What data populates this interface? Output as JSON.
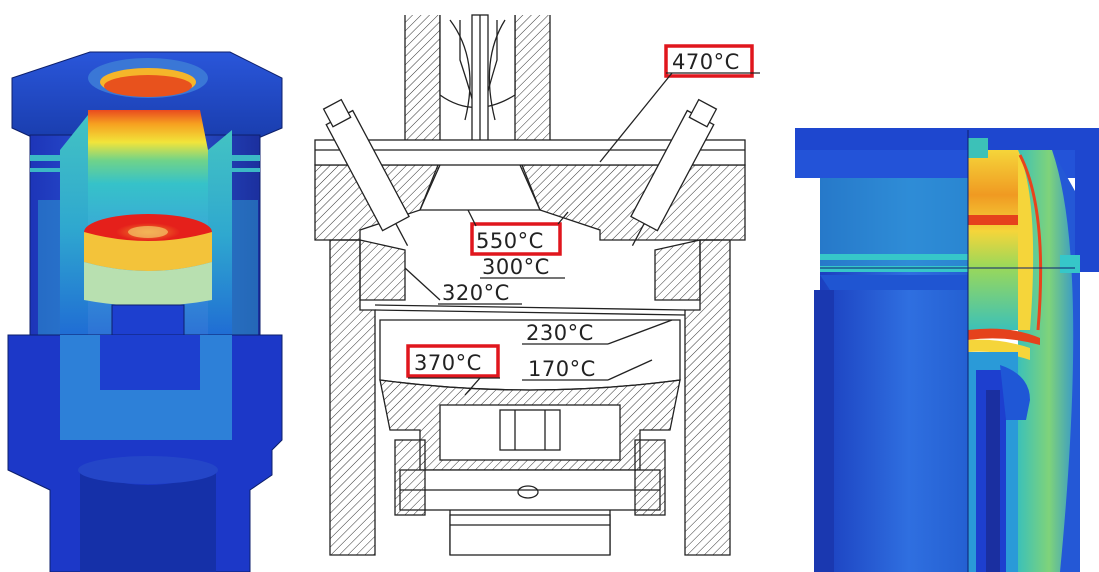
{
  "colors": {
    "highlight": "#e0161d",
    "hot": "#e5201b",
    "warm": "#f7a21e",
    "mid": "#f4e33b",
    "cool": "#33c1c8",
    "cold": "#1d3fcf",
    "line": "#222222"
  },
  "temperatures": [
    {
      "id": "t470",
      "label": "470°C",
      "highlighted": true
    },
    {
      "id": "t550",
      "label": "550°C",
      "highlighted": true
    },
    {
      "id": "t300",
      "label": "300°C",
      "highlighted": false
    },
    {
      "id": "t320",
      "label": "320°C",
      "highlighted": false
    },
    {
      "id": "t230",
      "label": "230°C",
      "highlighted": false
    },
    {
      "id": "t370",
      "label": "370°C",
      "highlighted": true
    },
    {
      "id": "t170",
      "label": "170°C",
      "highlighted": false
    }
  ]
}
